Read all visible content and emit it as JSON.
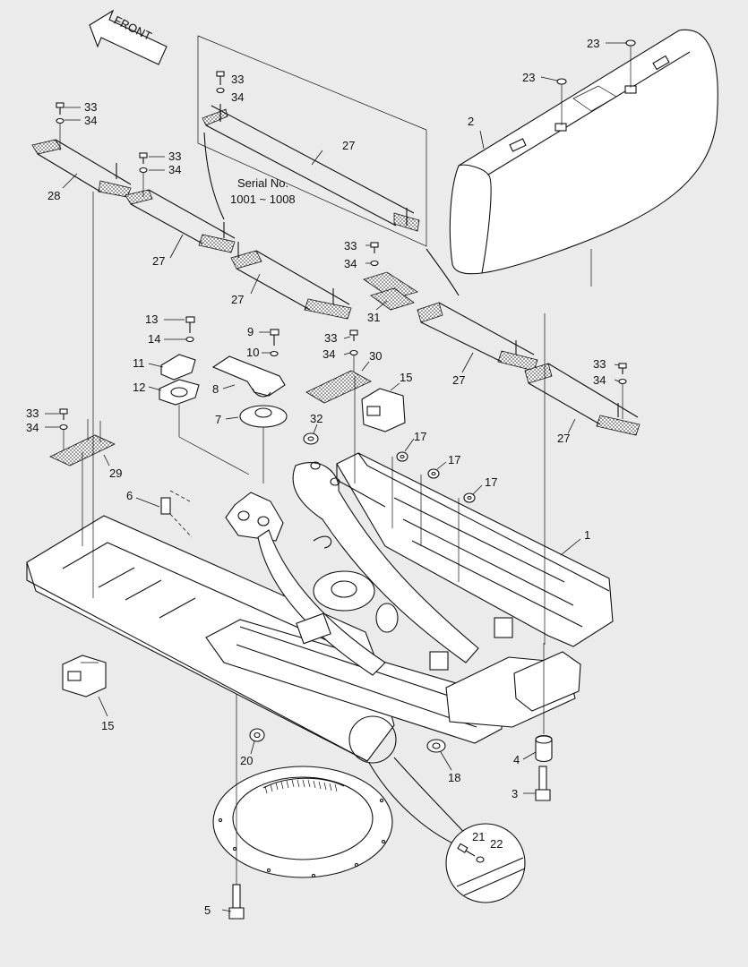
{
  "front_label": "FRONT",
  "serial_note": {
    "line1": "Serial No.",
    "line2": "1001 ~ 1008"
  },
  "callouts": [
    {
      "id": "c-23a",
      "text": "23"
    },
    {
      "id": "c-23b",
      "text": "23"
    },
    {
      "id": "c-2",
      "text": "2"
    },
    {
      "id": "c-33a",
      "text": "33"
    },
    {
      "id": "c-34a",
      "text": "34"
    },
    {
      "id": "c-27a",
      "text": "27"
    },
    {
      "id": "c-33b",
      "text": "33"
    },
    {
      "id": "c-34b",
      "text": "34"
    },
    {
      "id": "c-28",
      "text": "28"
    },
    {
      "id": "c-33c",
      "text": "33"
    },
    {
      "id": "c-34c",
      "text": "34"
    },
    {
      "id": "c-27b",
      "text": "27"
    },
    {
      "id": "c-27c",
      "text": "27"
    },
    {
      "id": "c-33d",
      "text": "33"
    },
    {
      "id": "c-34d",
      "text": "34"
    },
    {
      "id": "c-31",
      "text": "31"
    },
    {
      "id": "c-27d",
      "text": "27"
    },
    {
      "id": "c-33e",
      "text": "33"
    },
    {
      "id": "c-34e",
      "text": "34"
    },
    {
      "id": "c-27e",
      "text": "27"
    },
    {
      "id": "c-13",
      "text": "13"
    },
    {
      "id": "c-14",
      "text": "14"
    },
    {
      "id": "c-11",
      "text": "11"
    },
    {
      "id": "c-12",
      "text": "12"
    },
    {
      "id": "c-9",
      "text": "9"
    },
    {
      "id": "c-10",
      "text": "10"
    },
    {
      "id": "c-8",
      "text": "8"
    },
    {
      "id": "c-7",
      "text": "7"
    },
    {
      "id": "c-33f",
      "text": "33"
    },
    {
      "id": "c-34f",
      "text": "34"
    },
    {
      "id": "c-30",
      "text": "30"
    },
    {
      "id": "c-15a",
      "text": "15"
    },
    {
      "id": "c-32",
      "text": "32"
    },
    {
      "id": "c-33g",
      "text": "33"
    },
    {
      "id": "c-34g",
      "text": "34"
    },
    {
      "id": "c-29",
      "text": "29"
    },
    {
      "id": "c-6",
      "text": "6"
    },
    {
      "id": "c-17a",
      "text": "17"
    },
    {
      "id": "c-17b",
      "text": "17"
    },
    {
      "id": "c-17c",
      "text": "17"
    },
    {
      "id": "c-1",
      "text": "1"
    },
    {
      "id": "c-15b",
      "text": "15"
    },
    {
      "id": "c-20",
      "text": "20"
    },
    {
      "id": "c-18",
      "text": "18"
    },
    {
      "id": "c-4",
      "text": "4"
    },
    {
      "id": "c-3",
      "text": "3"
    },
    {
      "id": "c-21",
      "text": "21"
    },
    {
      "id": "c-22",
      "text": "22"
    },
    {
      "id": "c-5",
      "text": "5"
    }
  ]
}
